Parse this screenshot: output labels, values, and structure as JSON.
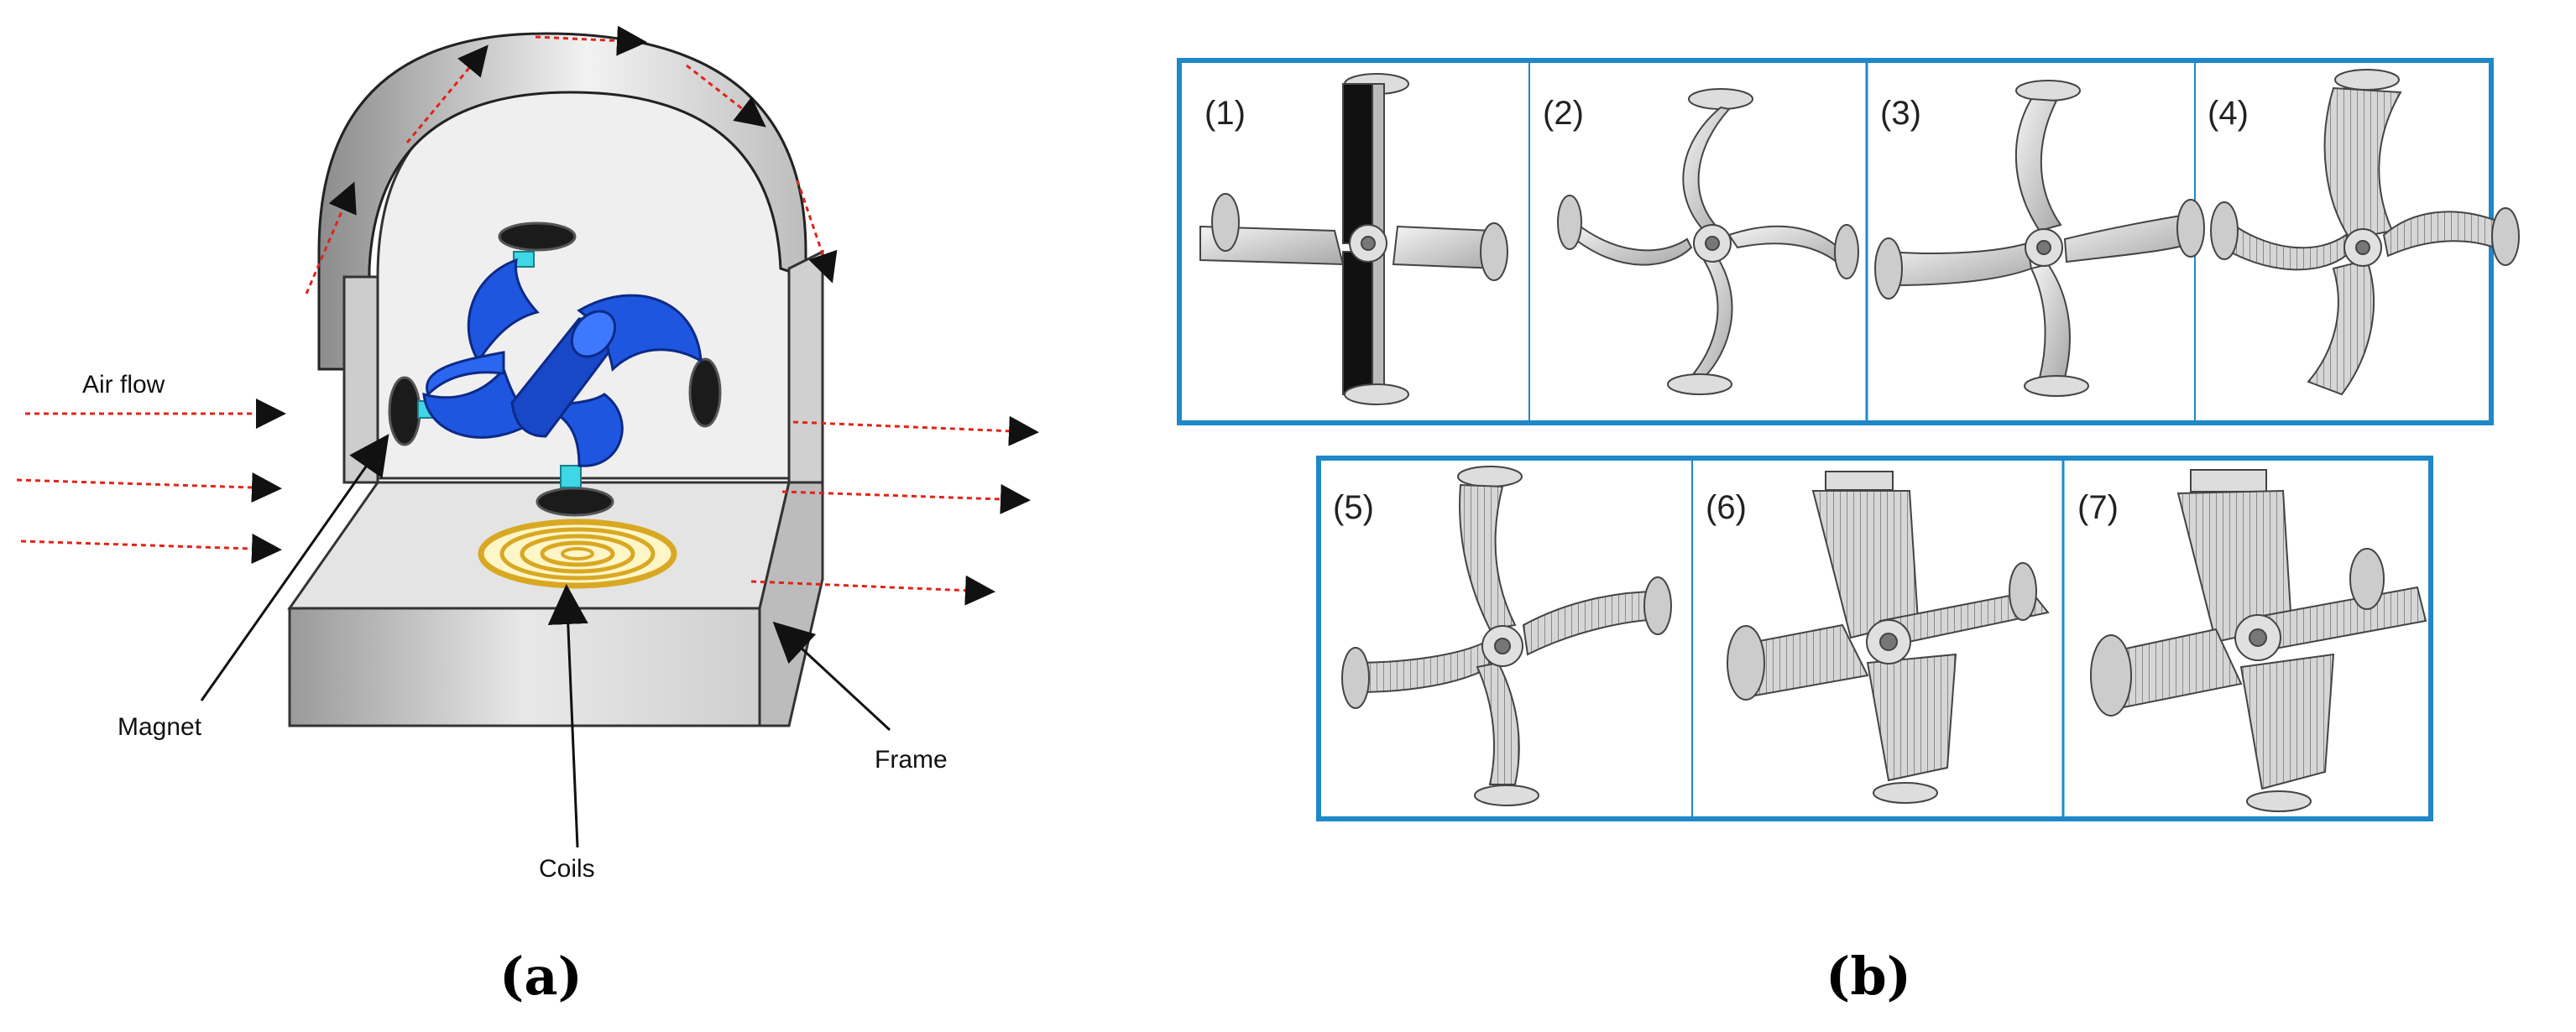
{
  "figure_a": {
    "caption": "(a)",
    "labels": {
      "air_flow": "Air flow",
      "magnet": "Magnet",
      "frame": "Frame",
      "coils": "Coils"
    }
  },
  "figure_b": {
    "caption": "(b)",
    "panels": [
      {
        "label": "(1)"
      },
      {
        "label": "(2)"
      },
      {
        "label": "(3)"
      },
      {
        "label": "(4)"
      },
      {
        "label": "(5)"
      },
      {
        "label": "(6)"
      },
      {
        "label": "(7)"
      }
    ]
  },
  "colors": {
    "panel_border": "#1e88c8",
    "airflow_arrow": "#e0241a",
    "rotor_blue": "#1f56e0",
    "coil_gold": "#d9a823"
  }
}
